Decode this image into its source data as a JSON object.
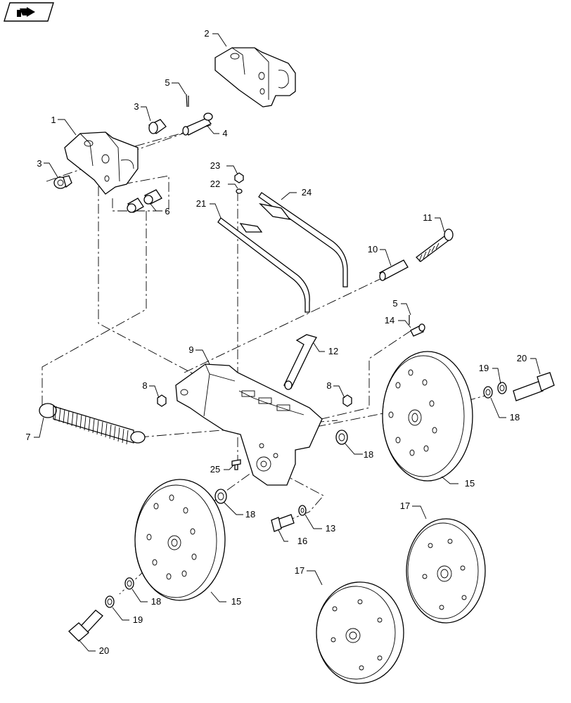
{
  "nav_icon": "page-turn-icon",
  "callouts": {
    "p1": "1",
    "p2": "2",
    "p3a": "3",
    "p3b": "3",
    "p4": "4",
    "p5a": "5",
    "p5b": "5",
    "p6": "6",
    "p7": "7",
    "p8a": "8",
    "p8b": "8",
    "p9": "9",
    "p10": "10",
    "p11": "11",
    "p12": "12",
    "p13": "13",
    "p14": "14",
    "p15a": "15",
    "p15b": "15",
    "p16": "16",
    "p17a": "17",
    "p17b": "17",
    "p18a": "18",
    "p18b": "18",
    "p18c": "18",
    "p18d": "18",
    "p19a": "19",
    "p19b": "19",
    "p20a": "20",
    "p20b": "20",
    "p21": "21",
    "p22": "22",
    "p23": "23",
    "p24": "24",
    "p25": "25"
  }
}
